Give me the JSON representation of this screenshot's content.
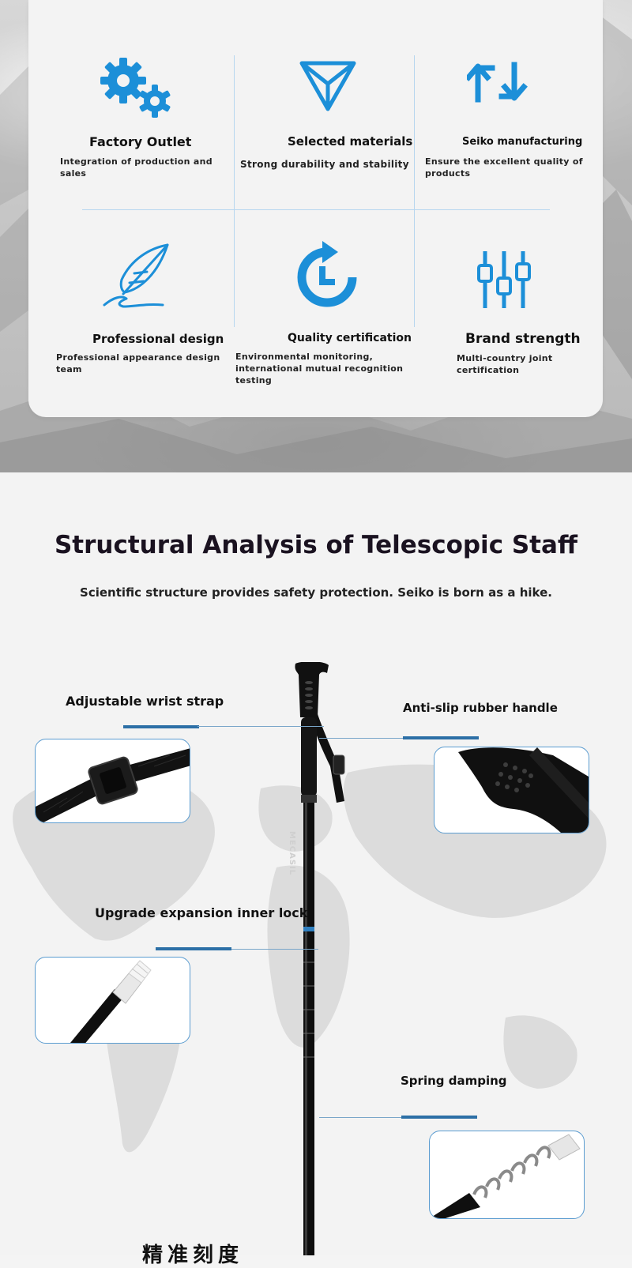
{
  "features": [
    {
      "title": "Factory Outlet",
      "desc": "Integration of production and sales",
      "icon": "gears-icon"
    },
    {
      "title": "Selected materials",
      "desc": "Strong durability and stability",
      "icon": "diamond-pyramid-icon"
    },
    {
      "title": "Seiko manufacturing",
      "desc": "Ensure the excellent quality of products",
      "icon": "swap-arrows-icon"
    },
    {
      "title": "Professional design",
      "desc": "Professional appearance design team",
      "icon": "feather-pen-icon"
    },
    {
      "title": "Quality certification",
      "desc": "Environmental monitoring, international mutual recognition testing",
      "icon": "refresh-clock-icon"
    },
    {
      "title": "Brand strength",
      "desc": "Multi-country joint certification",
      "icon": "sliders-icon"
    }
  ],
  "structure": {
    "title": "Structural Analysis of Telescopic Staff",
    "subtitle": "Scientific structure provides safety protection. Seiko is born as a hike.",
    "parts": [
      {
        "label": "Adjustable wrist strap"
      },
      {
        "label": "Anti-slip rubber handle"
      },
      {
        "label": "Upgrade expansion inner lock"
      },
      {
        "label": "Spring damping"
      }
    ],
    "pole_brand": "MECASIL",
    "bottom_text": "精准刻度"
  },
  "colors": {
    "accent": "#1c8fd8",
    "line": "#2c6fa6"
  }
}
